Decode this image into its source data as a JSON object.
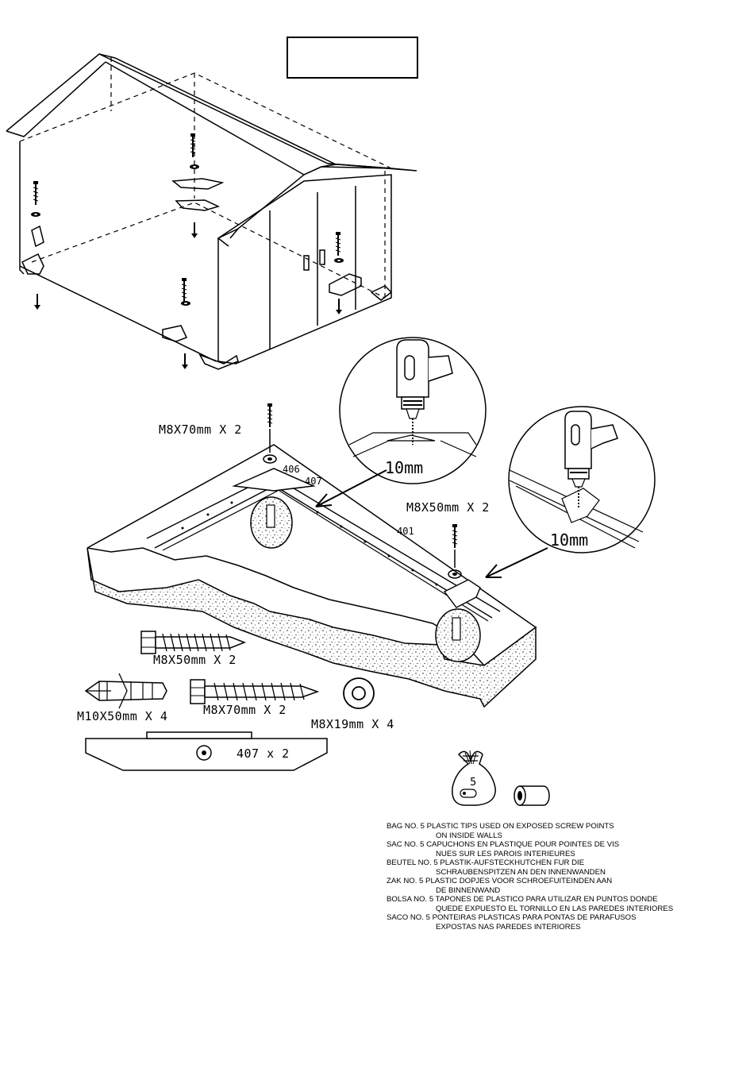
{
  "title_box": "",
  "labels": {
    "screw_m8x70_top": "M8X70mm X 2",
    "screw_m8x50_top": "M8X50mm X 2",
    "part_406": "406",
    "part_407": "407",
    "part_401": "401",
    "drill_depth_left": "10mm",
    "drill_depth_right": "10mm"
  },
  "parts": {
    "bolt_m8x50": "M8X50mm X 2",
    "anchor_m10x50": "M10X50mm X 4",
    "bolt_m8x70": "M8X70mm X 2",
    "washer_m8x19": "M8X19mm X 4",
    "bracket_407": "407 x 2"
  },
  "bag": {
    "number": "5"
  },
  "notes": [
    {
      "line1": "BAG NO. 5 PLASTIC TIPS USED ON EXPOSED SCREW POINTS",
      "line2": "ON INSIDE WALLS"
    },
    {
      "line1": "SAC NO. 5 CAPUCHONS EN PLASTIQUE POUR POINTES DE VIS",
      "line2": "NUES SUR LES PAROIS INTERIEURES"
    },
    {
      "line1": "BEUTEL NO. 5 PLASTIK-AUFSTECKHUTCHEN FUR DIE",
      "line2": "SCHRAUBENSPITZEN AN DEN INNENWANDEN"
    },
    {
      "line1": "ZAK NO. 5 PLASTIC DOPJES VOOR SCHROEFUITEINDEN AAN",
      "line2": "DE BINNENWAND"
    },
    {
      "line1": "BOLSA NO. 5 TAPONES DE PLASTICO PARA UTILIZAR EN PUNTOS DONDE",
      "line2": "QUEDE EXPUESTO EL TORNILLO EN LAS PAREDES INTERIORES"
    },
    {
      "line1": "SACO NO. 5 PONTEIRAS PLASTICAS PARA PONTAS DE PARAFUSOS",
      "line2": "EXPOSTAS NAS PAREDES INTERIORES"
    }
  ]
}
